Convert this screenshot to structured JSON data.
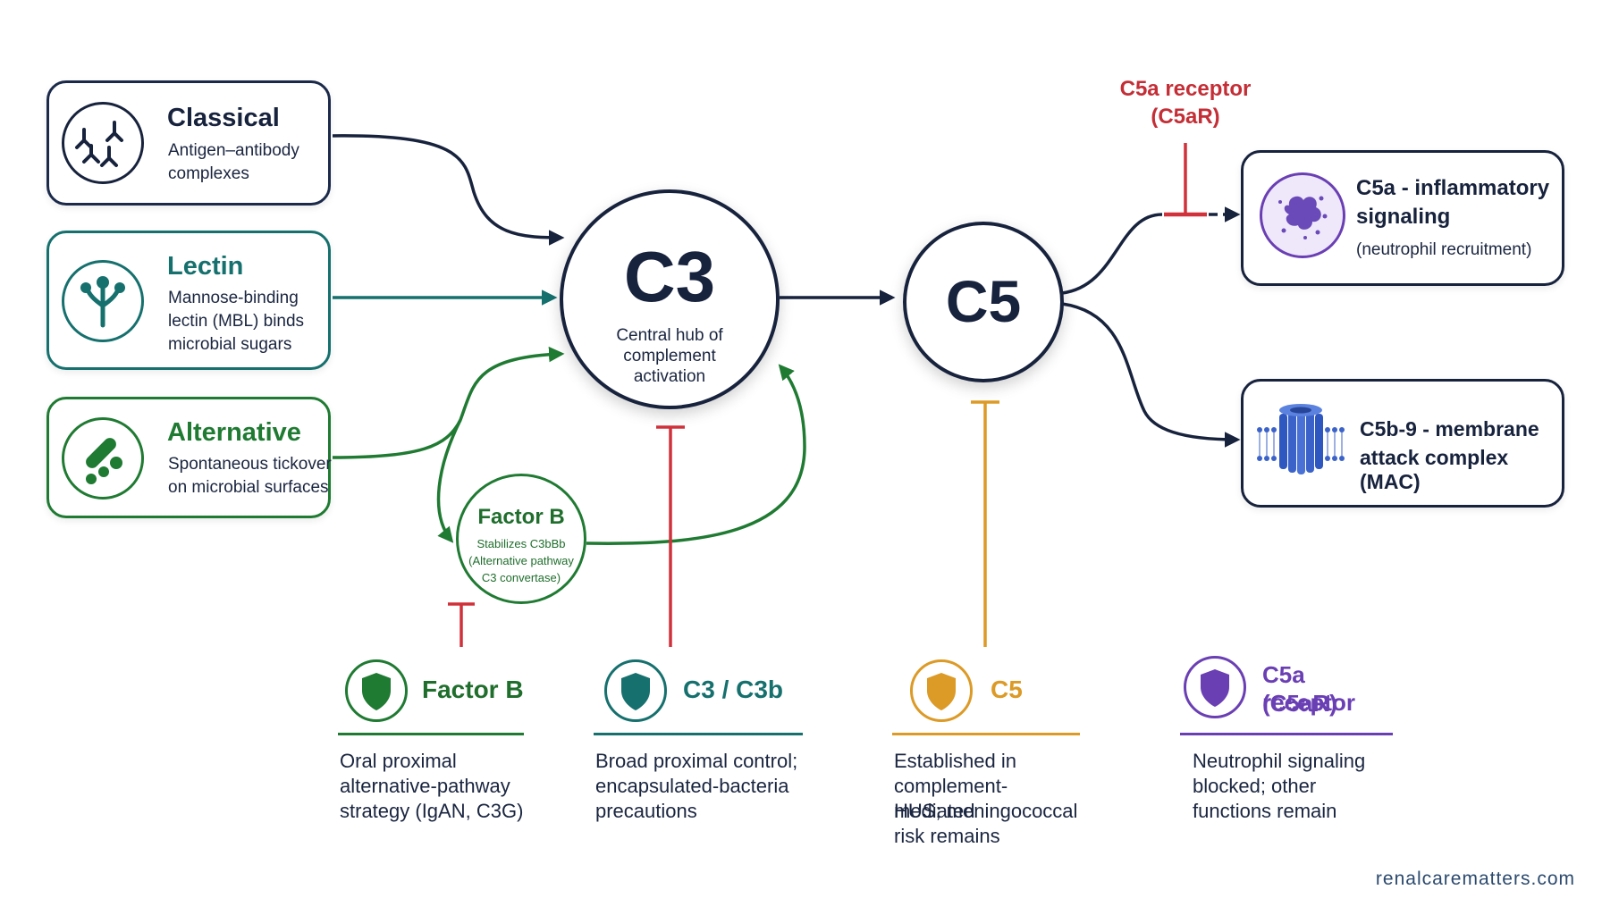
{
  "colors": {
    "navy": "#17223d",
    "teal": "#15706e",
    "green": "#1f7a32",
    "red": "#d0313a",
    "orange": "#dc9a26",
    "purple": "#6a3fb4"
  },
  "pathways": [
    {
      "title": "Classical",
      "desc": "Antigen–antibody complexes",
      "icon": "antibody-icon"
    },
    {
      "title": "Lectin",
      "desc": "Mannose-binding lectin (MBL) binds microbial sugars",
      "icon": "lectin-icon"
    },
    {
      "title": "Alternative",
      "desc": "Spontaneous tickover on microbial surfaces",
      "icon": "microbe-icon"
    }
  ],
  "hubs": {
    "c3": {
      "label": "C3",
      "sub1": "Central hub of",
      "sub2": "complement",
      "sub3": "activation"
    },
    "c5": {
      "label": "C5"
    }
  },
  "factor_b_node": {
    "title": "Factor B",
    "line1": "Stabilizes C3bBb",
    "line2": "(Alternative pathway",
    "line3": "C3 convertase)"
  },
  "receptor_label": {
    "line1": "C5a receptor",
    "line2": "(C5aR)"
  },
  "outcomes": [
    {
      "line1": "C5a - inflammatory",
      "line2": "signaling",
      "line3": "(neutrophil recruitment)",
      "icon": "neutrophil-icon"
    },
    {
      "line1": "C5b-9 - membrane",
      "line2": "attack complex (MAC)",
      "icon": "mac-pore-icon"
    }
  ],
  "targets": [
    {
      "label": "Factor B",
      "desc1": "Oral proximal",
      "desc2": "alternative-pathway",
      "desc3": "strategy (IgAN, C3G)",
      "desc4": ""
    },
    {
      "label": "C3 / C3b",
      "desc1": "Broad proximal control;",
      "desc2": "encapsulated-bacteria",
      "desc3": "precautions",
      "desc4": ""
    },
    {
      "label": "C5",
      "desc1": "Established in",
      "desc2": "complement-mediated",
      "desc3": "HUS; meningococcal",
      "desc4": "risk remains"
    },
    {
      "label1": "C5a receptor",
      "label2": "(C5aR)",
      "desc1": "Neutrophil signaling",
      "desc2": "blocked; other",
      "desc3": "functions remain",
      "desc4": ""
    }
  ],
  "footer": {
    "url": "renalcarematters.com"
  }
}
